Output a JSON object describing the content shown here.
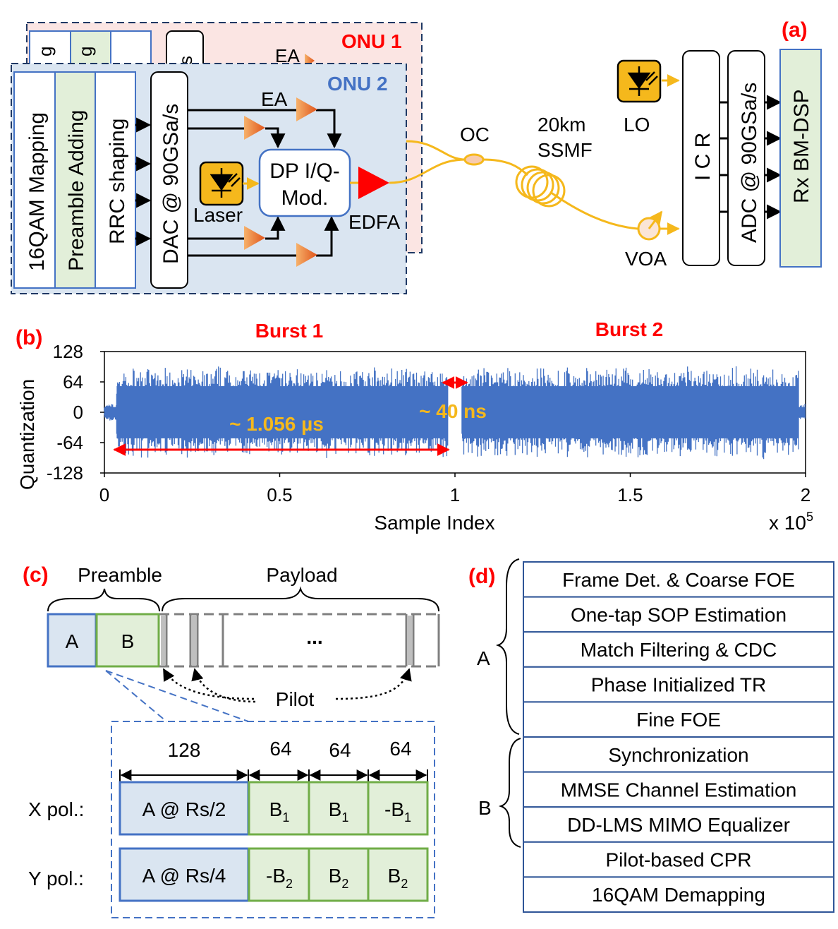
{
  "panel_a": {
    "label": "(a)",
    "onu1": {
      "title": "ONU 1",
      "ea": "EA",
      "partial": [
        "g",
        "g",
        "s"
      ]
    },
    "onu2": {
      "title": "ONU 2",
      "blocks": [
        "16QAM Mapping",
        "Preamble Adding",
        "RRC shaping"
      ],
      "dac": "DAC @ 90GSa/s",
      "ea": "EA",
      "modulator_line1": "DP I/Q-",
      "modulator_line2": "Mod.",
      "laser": "Laser",
      "edfa": "EDFA"
    },
    "oc": "OC",
    "fiber_line1": "20km",
    "fiber_line2": "SSMF",
    "voa": "VOA",
    "lo": "LO",
    "icr": "I C R",
    "adc": "ADC @ 90GSa/s",
    "rx": "Rx BM-DSP",
    "colors": {
      "onu1_bg": "#fbe5e3",
      "onu2_bg": "#dae5f1",
      "rx_bg": "#e2efd9",
      "fiber": "#f5b81c",
      "edfa": "#ff0000",
      "label_red": "#ff0000",
      "onu2_title": "#4472c4"
    }
  },
  "panel_b": {
    "label": "(b)",
    "burst1": "Burst 1",
    "burst2": "Burst 2",
    "duration": "~ 1.056 µs",
    "gap": "~ 40 ns",
    "colors": {
      "signal": "#4472c4",
      "arrow": "#ff0000",
      "annotation": "#f5b81c"
    }
  },
  "chart_data": {
    "type": "line",
    "title": "",
    "xlabel": "Sample Index",
    "ylabel": "Quantization",
    "x_multiplier": "x 10^5",
    "xlim": [
      0,
      2
    ],
    "ylim": [
      -128,
      128
    ],
    "xticks": [
      "0",
      "0.5",
      "1",
      "1.5",
      "2"
    ],
    "yticks": [
      "128",
      "64",
      "0",
      "-64",
      "-128"
    ],
    "grid": false,
    "series": [
      {
        "segments": [
          {
            "x_start": 0.0,
            "x_end": 0.035,
            "amplitude": 20
          },
          {
            "x_start": 0.035,
            "x_end": 0.98,
            "amplitude": 100
          },
          {
            "x_start": 1.02,
            "x_end": 1.98,
            "amplitude": 100
          },
          {
            "x_start": 1.98,
            "x_end": 2.0,
            "amplitude": 20
          }
        ]
      }
    ]
  },
  "panel_c": {
    "label": "(c)",
    "preamble": "Preamble",
    "payload": "Payload",
    "block_a": "A",
    "block_b": "B",
    "ellipsis": "...",
    "pilot": "Pilot",
    "lengths": [
      "128",
      "64",
      "64",
      "64"
    ],
    "x_pol": "X pol.:",
    "y_pol": "Y pol.:",
    "x_row": {
      "a": "A @ Rs/2",
      "b": [
        {
          "sign": "",
          "base": "B",
          "sub": "1"
        },
        {
          "sign": "",
          "base": "B",
          "sub": "1"
        },
        {
          "sign": "-",
          "base": "B",
          "sub": "1"
        }
      ]
    },
    "y_row": {
      "a": "A @ Rs/4",
      "b": [
        {
          "sign": "-",
          "base": "B",
          "sub": "2"
        },
        {
          "sign": "",
          "base": "B",
          "sub": "2"
        },
        {
          "sign": "",
          "base": "B",
          "sub": "2"
        }
      ]
    }
  },
  "panel_d": {
    "label": "(d)",
    "group_a": "A",
    "group_b": "B",
    "steps": [
      "Frame Det. & Coarse FOE",
      "One-tap SOP Estimation",
      "Match Filtering & CDC",
      "Phase Initialized TR",
      "Fine FOE",
      "Synchronization",
      "MMSE Channel Estimation",
      "DD-LMS MIMO Equalizer",
      "Pilot-based CPR",
      "16QAM Demapping"
    ]
  }
}
